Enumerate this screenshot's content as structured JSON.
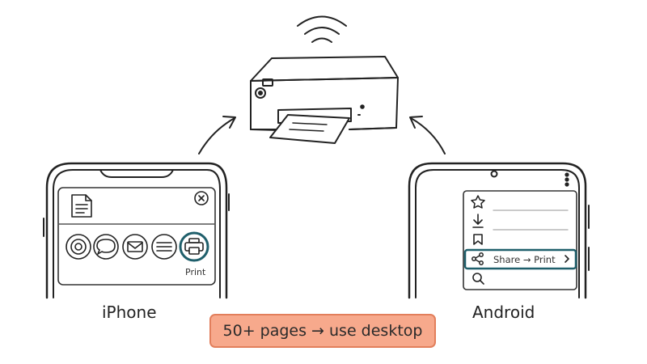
{
  "iphone": {
    "label": "iPhone",
    "share_sheet": {
      "icons": [
        "airdrop-icon",
        "message-icon",
        "mail-icon",
        "more-icon"
      ],
      "print_label": "Print"
    }
  },
  "android": {
    "label": "Android",
    "menu": {
      "items": [
        "star-icon",
        "download-icon",
        "bookmark-icon",
        "share-icon",
        "search-icon"
      ],
      "share_print_label": "Share → Print"
    }
  },
  "tip": {
    "text": "50+ pages → use desktop"
  },
  "colors": {
    "stroke": "#222222",
    "highlight": "#1f5f6b",
    "badge_fill": "#f7a98c",
    "badge_border": "#e27f5c"
  }
}
